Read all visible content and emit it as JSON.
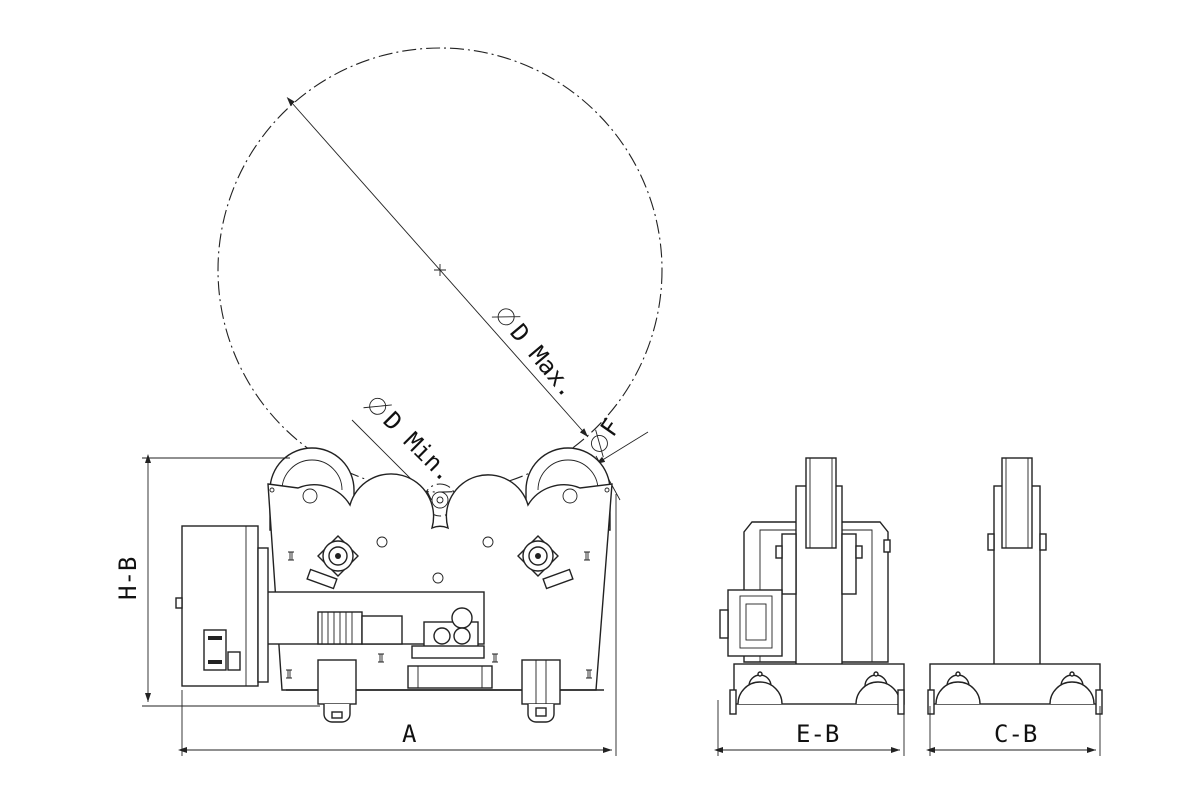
{
  "labels": {
    "d_max": "D Max.",
    "d_min": "D Min.",
    "f": "F",
    "hb": "H-B",
    "a": "A",
    "eb": "E-B",
    "cb": "C-B"
  },
  "symbols": {
    "diameter": "⌀"
  }
}
